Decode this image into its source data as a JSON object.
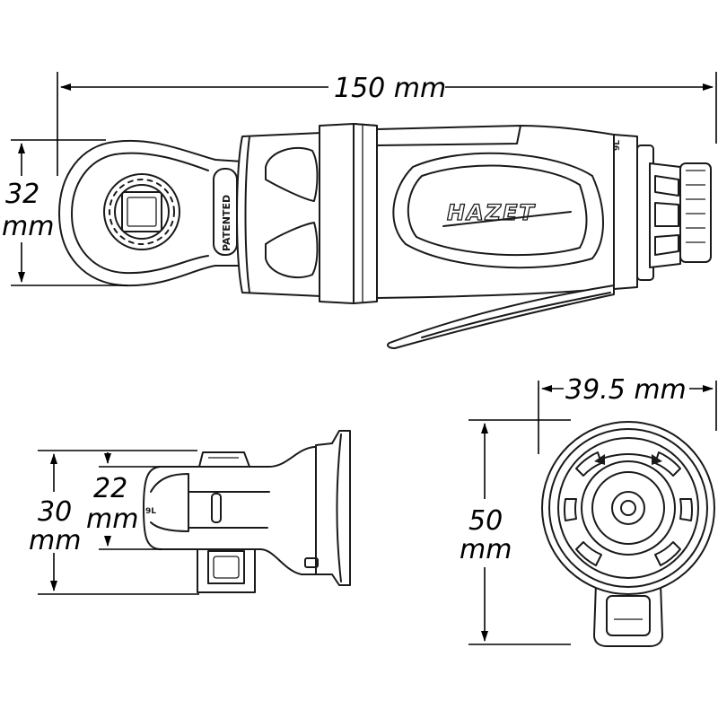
{
  "dimensions": {
    "length": "150 mm",
    "head_height_value": "32",
    "head_height_unit": "mm",
    "head_width_value": "22",
    "head_width_unit": "mm",
    "total_height_value": "30",
    "total_height_unit": "mm",
    "rear_width": "39.5 mm",
    "rear_height_value": "50",
    "rear_height_unit": "mm"
  },
  "labels": {
    "brand": "HAZET",
    "patent": "PATENTED",
    "model_mark": "9L"
  },
  "colors": {
    "line": "#1a1a1a",
    "background": "#ffffff"
  }
}
